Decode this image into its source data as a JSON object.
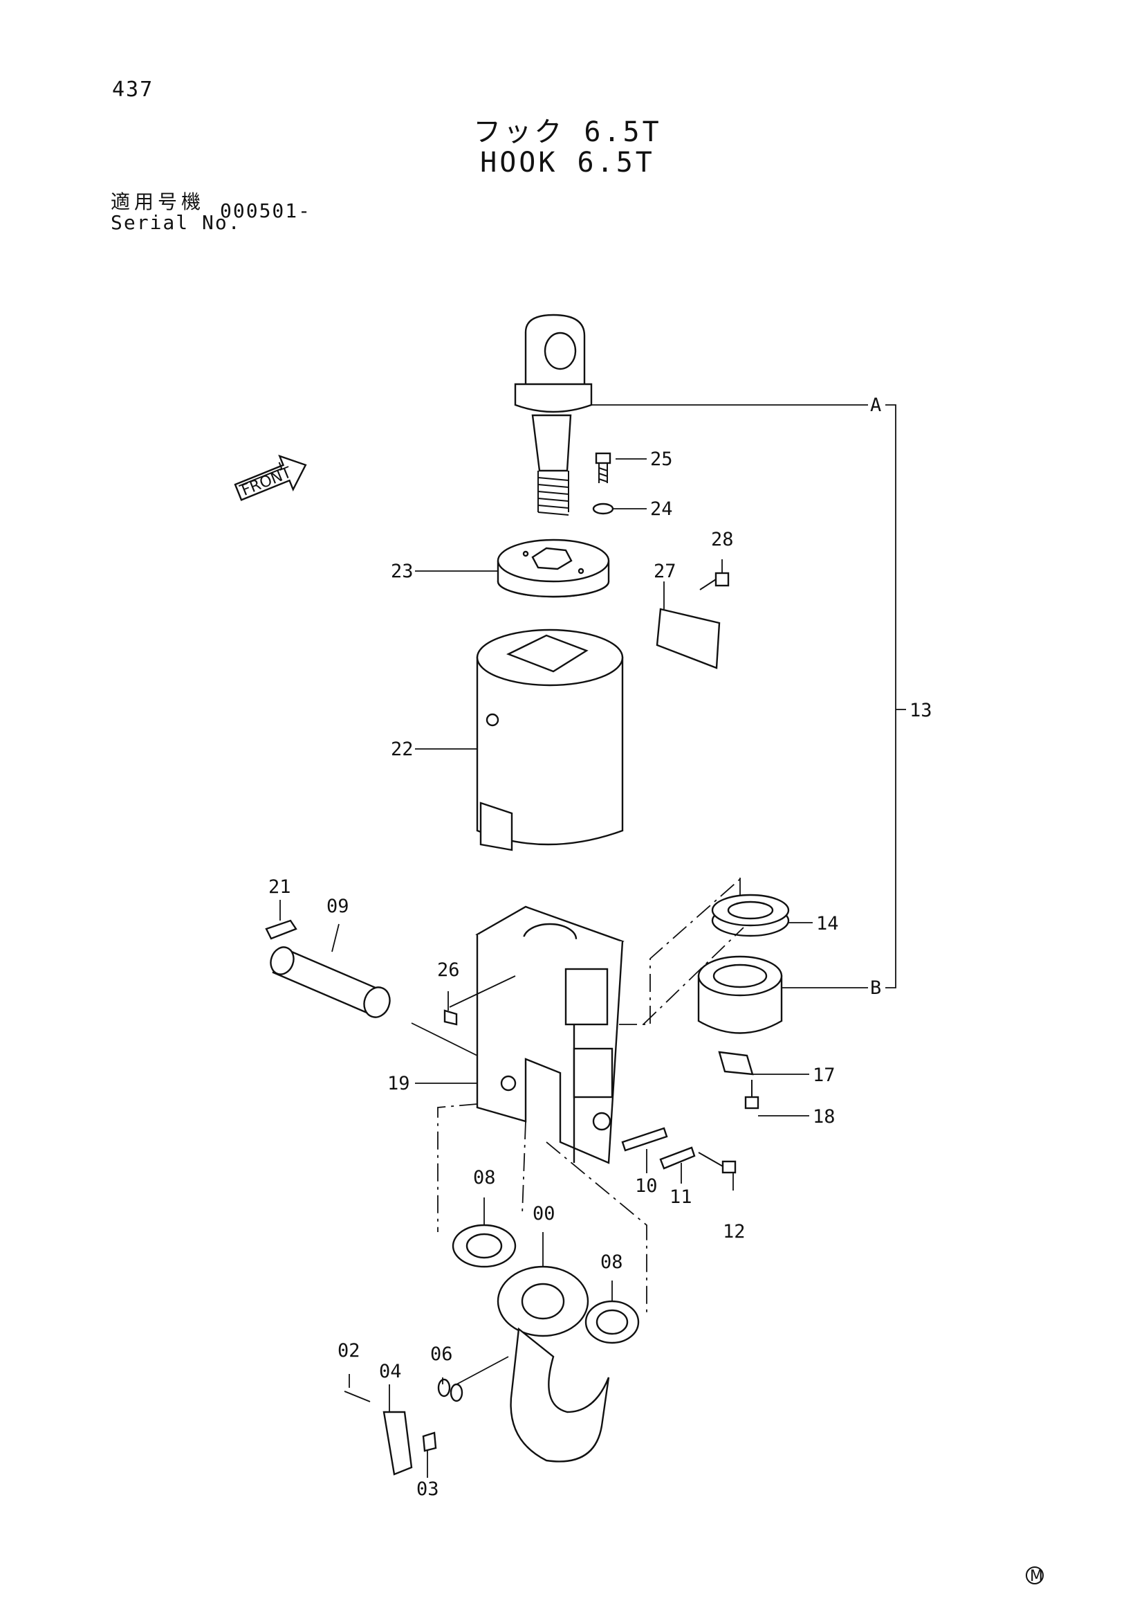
{
  "header": {
    "page_number": "437",
    "title_jp": "フック 6.5T",
    "title_en": "HOOK 6.5T",
    "serial_label_jp": "適用号機",
    "serial_label_en": "Serial No.",
    "serial_value": "000501-"
  },
  "front_marker": "FRONT",
  "callouts": {
    "c25": "25",
    "c24": "24",
    "c28": "28",
    "c27": "27",
    "c23": "23",
    "c22": "22",
    "c13": "13",
    "c21": "21",
    "c09": "09",
    "c26": "26",
    "c14": "14",
    "c19": "19",
    "c17": "17",
    "c18": "18",
    "c10": "10",
    "c11": "11",
    "c12": "12",
    "c08a": "08",
    "c00": "00",
    "c08b": "08",
    "c02": "02",
    "c04": "04",
    "c06": "06",
    "c03": "03"
  },
  "refs": {
    "a": "A",
    "b": "B"
  },
  "footer_mark": "M"
}
